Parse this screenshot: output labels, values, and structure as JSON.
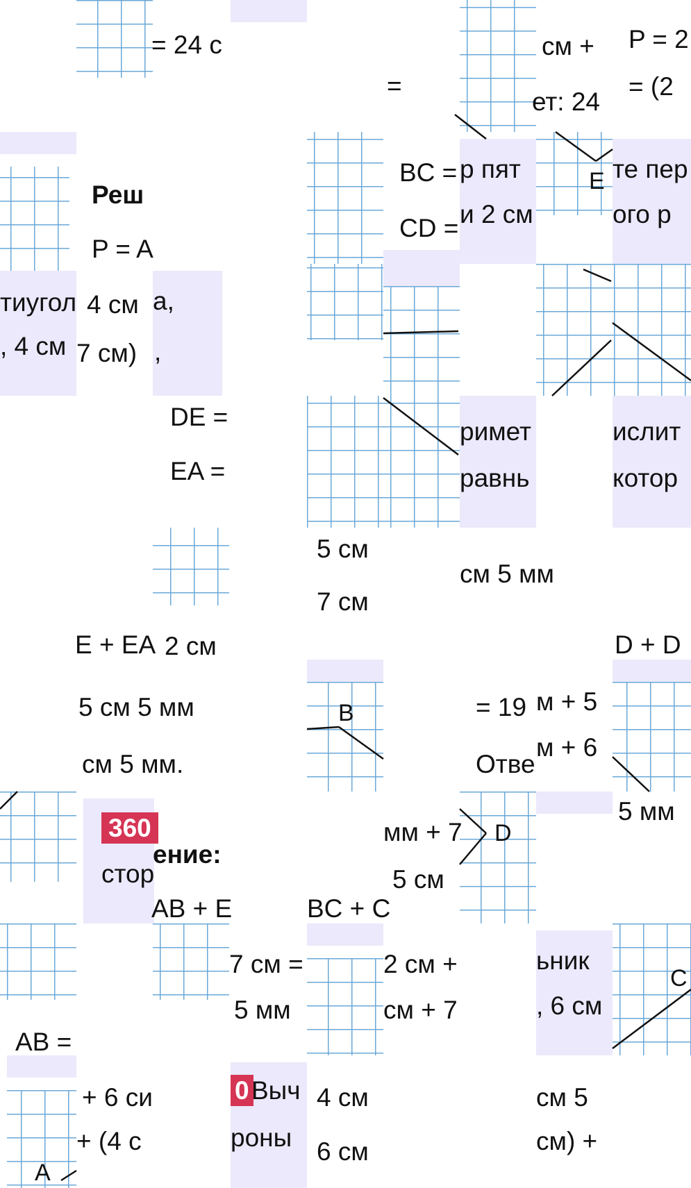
{
  "fragments": {
    "t1": "ет: 24",
    "t2": "= 24 с",
    "t3": "см +",
    "t4": "P = 2",
    "t5": "= (2",
    "t6": "=",
    "t7": "Реш",
    "t8": "P = A",
    "t9": "BC =",
    "t10": "CD =",
    "t11": "р пят",
    "t12": "и 2 см",
    "t13": "те пер",
    "t14": "ого р",
    "t15": "тиугол",
    "t16": ", 4 см",
    "t17": "4 см",
    "t18": "7 см)",
    "t19": "a,",
    "t20": ",",
    "t21": "DE =",
    "t22": "EA =",
    "t23": "римет",
    "t24": "равнь",
    "t25": "ислит",
    "t26": "котор",
    "t27": "5 см",
    "t28": "7 см",
    "t29": "см 5 мм",
    "t30": "E + EA",
    "t31": "2 см",
    "t32": "D + D",
    "t33": "5 см 5 мм",
    "t34": "= 19",
    "t35": "м + 5",
    "t36": "см 5 мм.",
    "t37": "Отве",
    "t38": "м + 6",
    "t39": "5 мм",
    "t40": "360",
    "t41": "ение:",
    "t42": "стор",
    "t43": "мм + 7",
    "t44": "5 см",
    "t45": "AB + E",
    "t46": "BC + C",
    "t47": "7 см =",
    "t48": "5 мм",
    "t49": "2 см +",
    "t50": "см + 7",
    "t51": "ьник",
    "t52": ", 6 см",
    "t53": "AB =",
    "t54": "+ 6 си",
    "t55": "+ (4 с",
    "t56": "0",
    "t57": "Выч",
    "t58": "роны",
    "t59": "4 см",
    "t60": "6 см",
    "t61": "см 5",
    "t62": "см) +"
  },
  "points": {
    "A": "A",
    "B": "B",
    "C": "C",
    "D": "D",
    "E": "E"
  },
  "colors": {
    "lavender": "#ebe9fb",
    "red_badge": "#d63454",
    "grid": "#6aa8d8"
  }
}
